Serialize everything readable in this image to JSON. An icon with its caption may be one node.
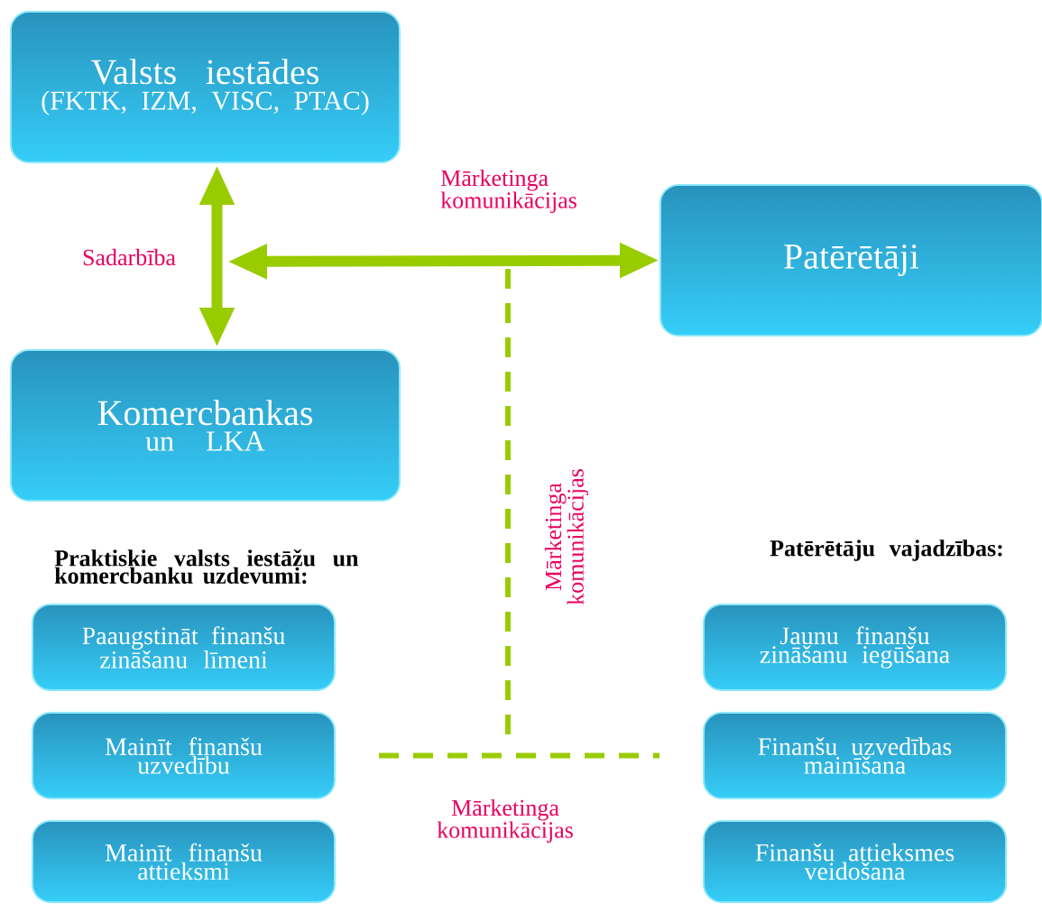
{
  "diagram": {
    "nodes": [
      {
        "text": [
          "Valsts iestādes",
          "(FKTK, IZM, VISC, PTAC)"
        ]
      },
      {
        "text": [
          "Patērētāji"
        ]
      },
      {
        "text": [
          "Komercbankas",
          "un LKA"
        ]
      },
      {
        "text": [
          "Paaugstināt finanšu zināšanu līmeni"
        ]
      },
      {
        "text": [
          "Mainīt finanšu uzvedību"
        ]
      },
      {
        "text": [
          "Mainīt finanšu attieksmi"
        ]
      },
      {
        "text": [
          "Jaunu finanšu zināšanu iegūšana"
        ]
      },
      {
        "text": [
          "Finanšu uzvedības mainīšana"
        ]
      },
      {
        "text": [
          "Finanšu attieksmes veidošana"
        ]
      }
    ],
    "edges": [
      {
        "from": 0,
        "to": 2,
        "arrow": "both",
        "label": "Sadarbība"
      },
      {
        "from": null,
        "to": 1,
        "arrow": "both",
        "label": "Mārketinga komunikācijas"
      },
      {
        "from": 4,
        "to": 7,
        "arrow": "none",
        "style": "dashed",
        "label": "Mārketinga komunikācijas"
      }
    ],
    "labels": [
      "Mārketinga komunikācijas",
      "Praktiskie valsts iestāžu un komercbanku uzdevumi:",
      "Patērētāju vajadzības:"
    ]
  }
}
